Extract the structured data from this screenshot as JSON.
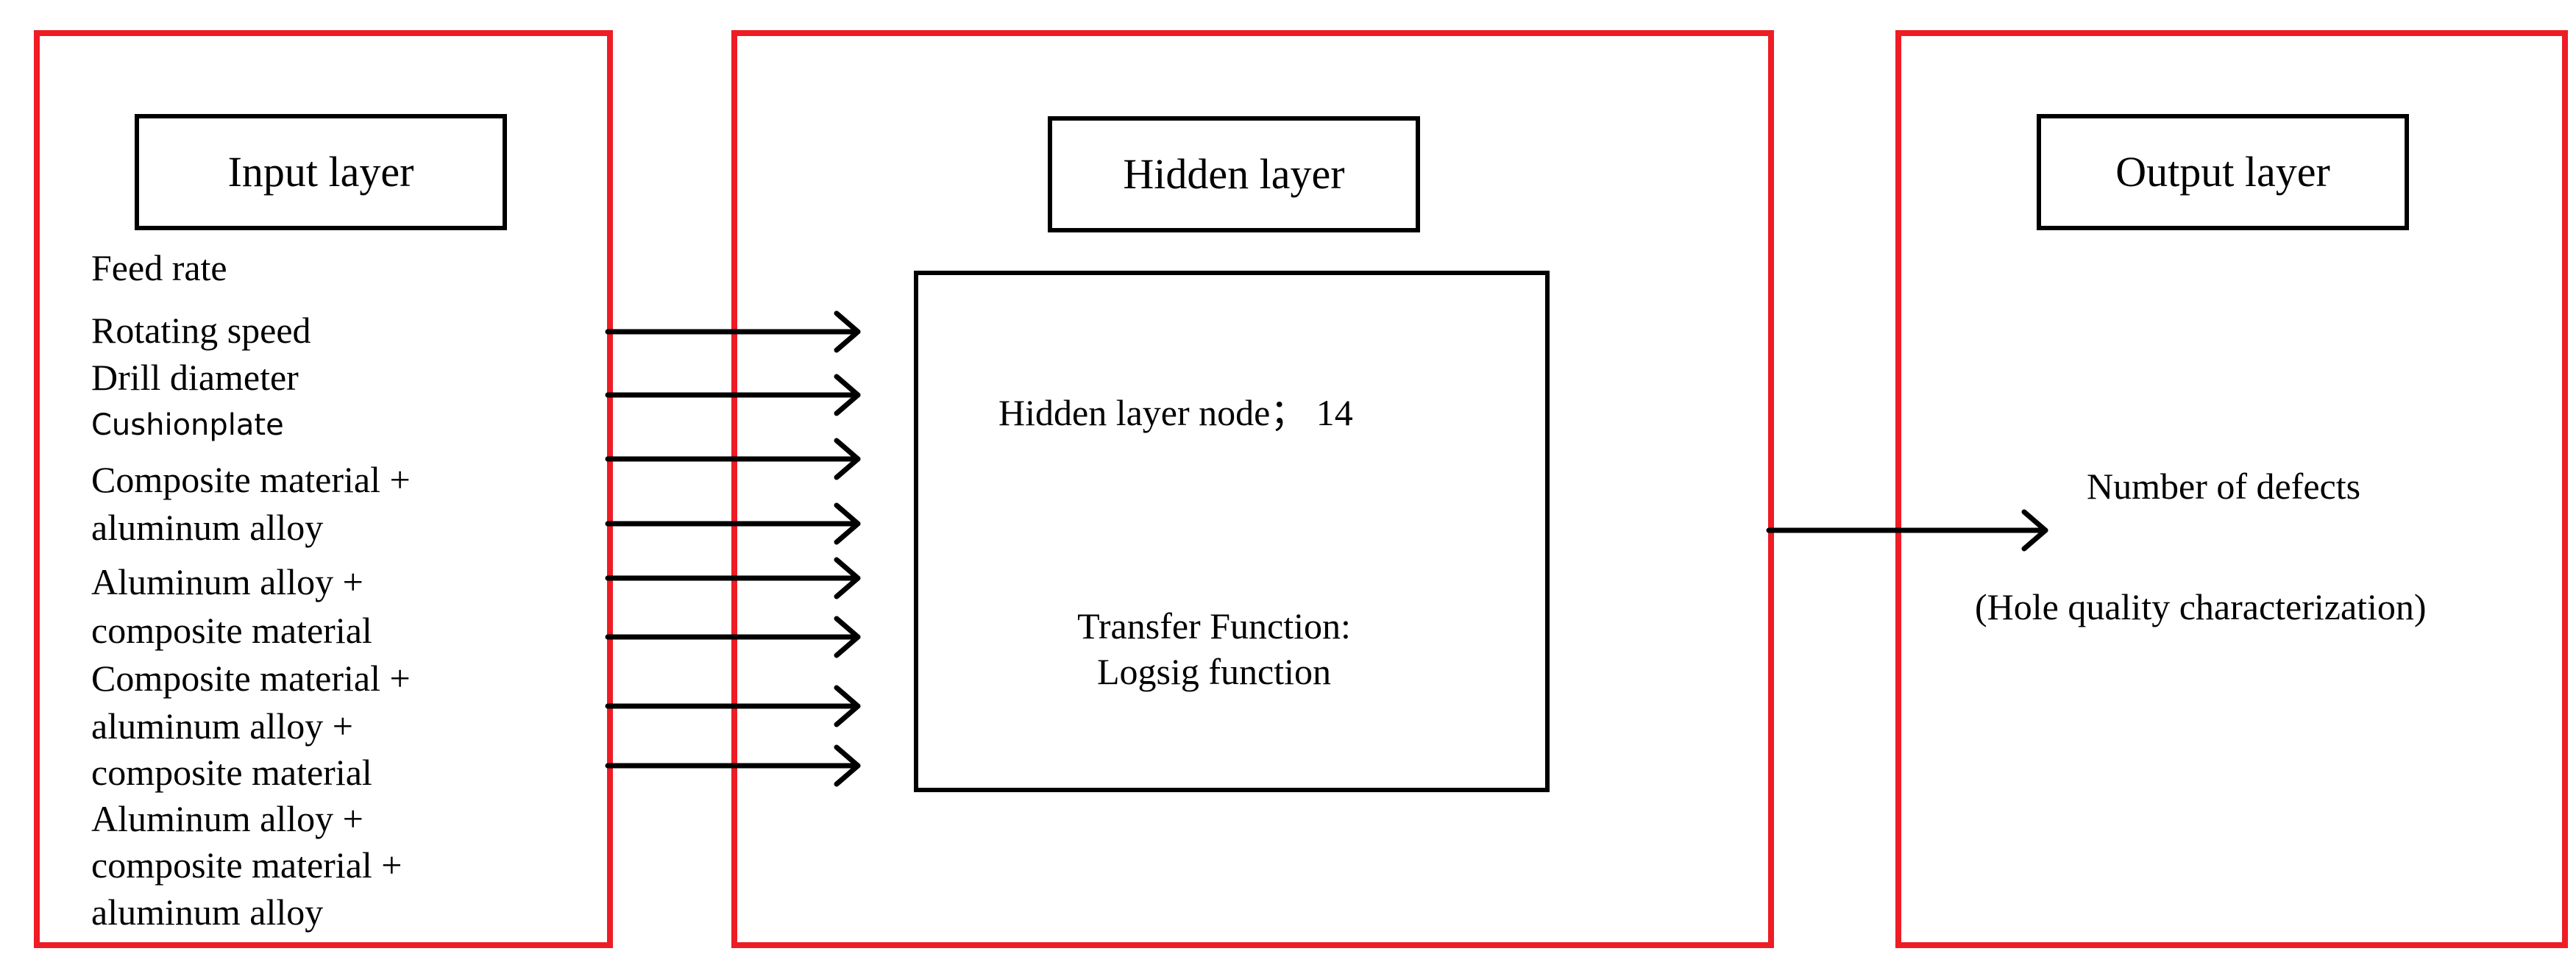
{
  "input_layer": {
    "title": "Input layer",
    "items": {
      "feed_rate": "Feed rate",
      "rotating_speed": "Rotating speed",
      "drill_diameter": "Drill diameter",
      "cushionplate": "Cushionplate",
      "stack_1_line1": "Composite material +",
      "stack_1_line2": "aluminum alloy",
      "stack_2_line1": "Aluminum alloy +",
      "stack_2_line2": "composite material",
      "stack_3_line1": "Composite material +",
      "stack_3_line2": "aluminum alloy +",
      "stack_3_line3": "composite material",
      "stack_4_line1": "Aluminum alloy +",
      "stack_4_line2": "composite material +",
      "stack_4_line3": "aluminum alloy"
    }
  },
  "hidden_layer": {
    "title": "Hidden layer",
    "node_text": "Hidden layer node；  14",
    "transfer_line1": "Transfer Function:",
    "transfer_line2": "Logsig function"
  },
  "output_layer": {
    "title": "Output layer",
    "output_text": "Number of defects",
    "output_note": "(Hole quality characterization)"
  },
  "colors": {
    "panel_border": "#ee1c25",
    "line": "#000000"
  }
}
